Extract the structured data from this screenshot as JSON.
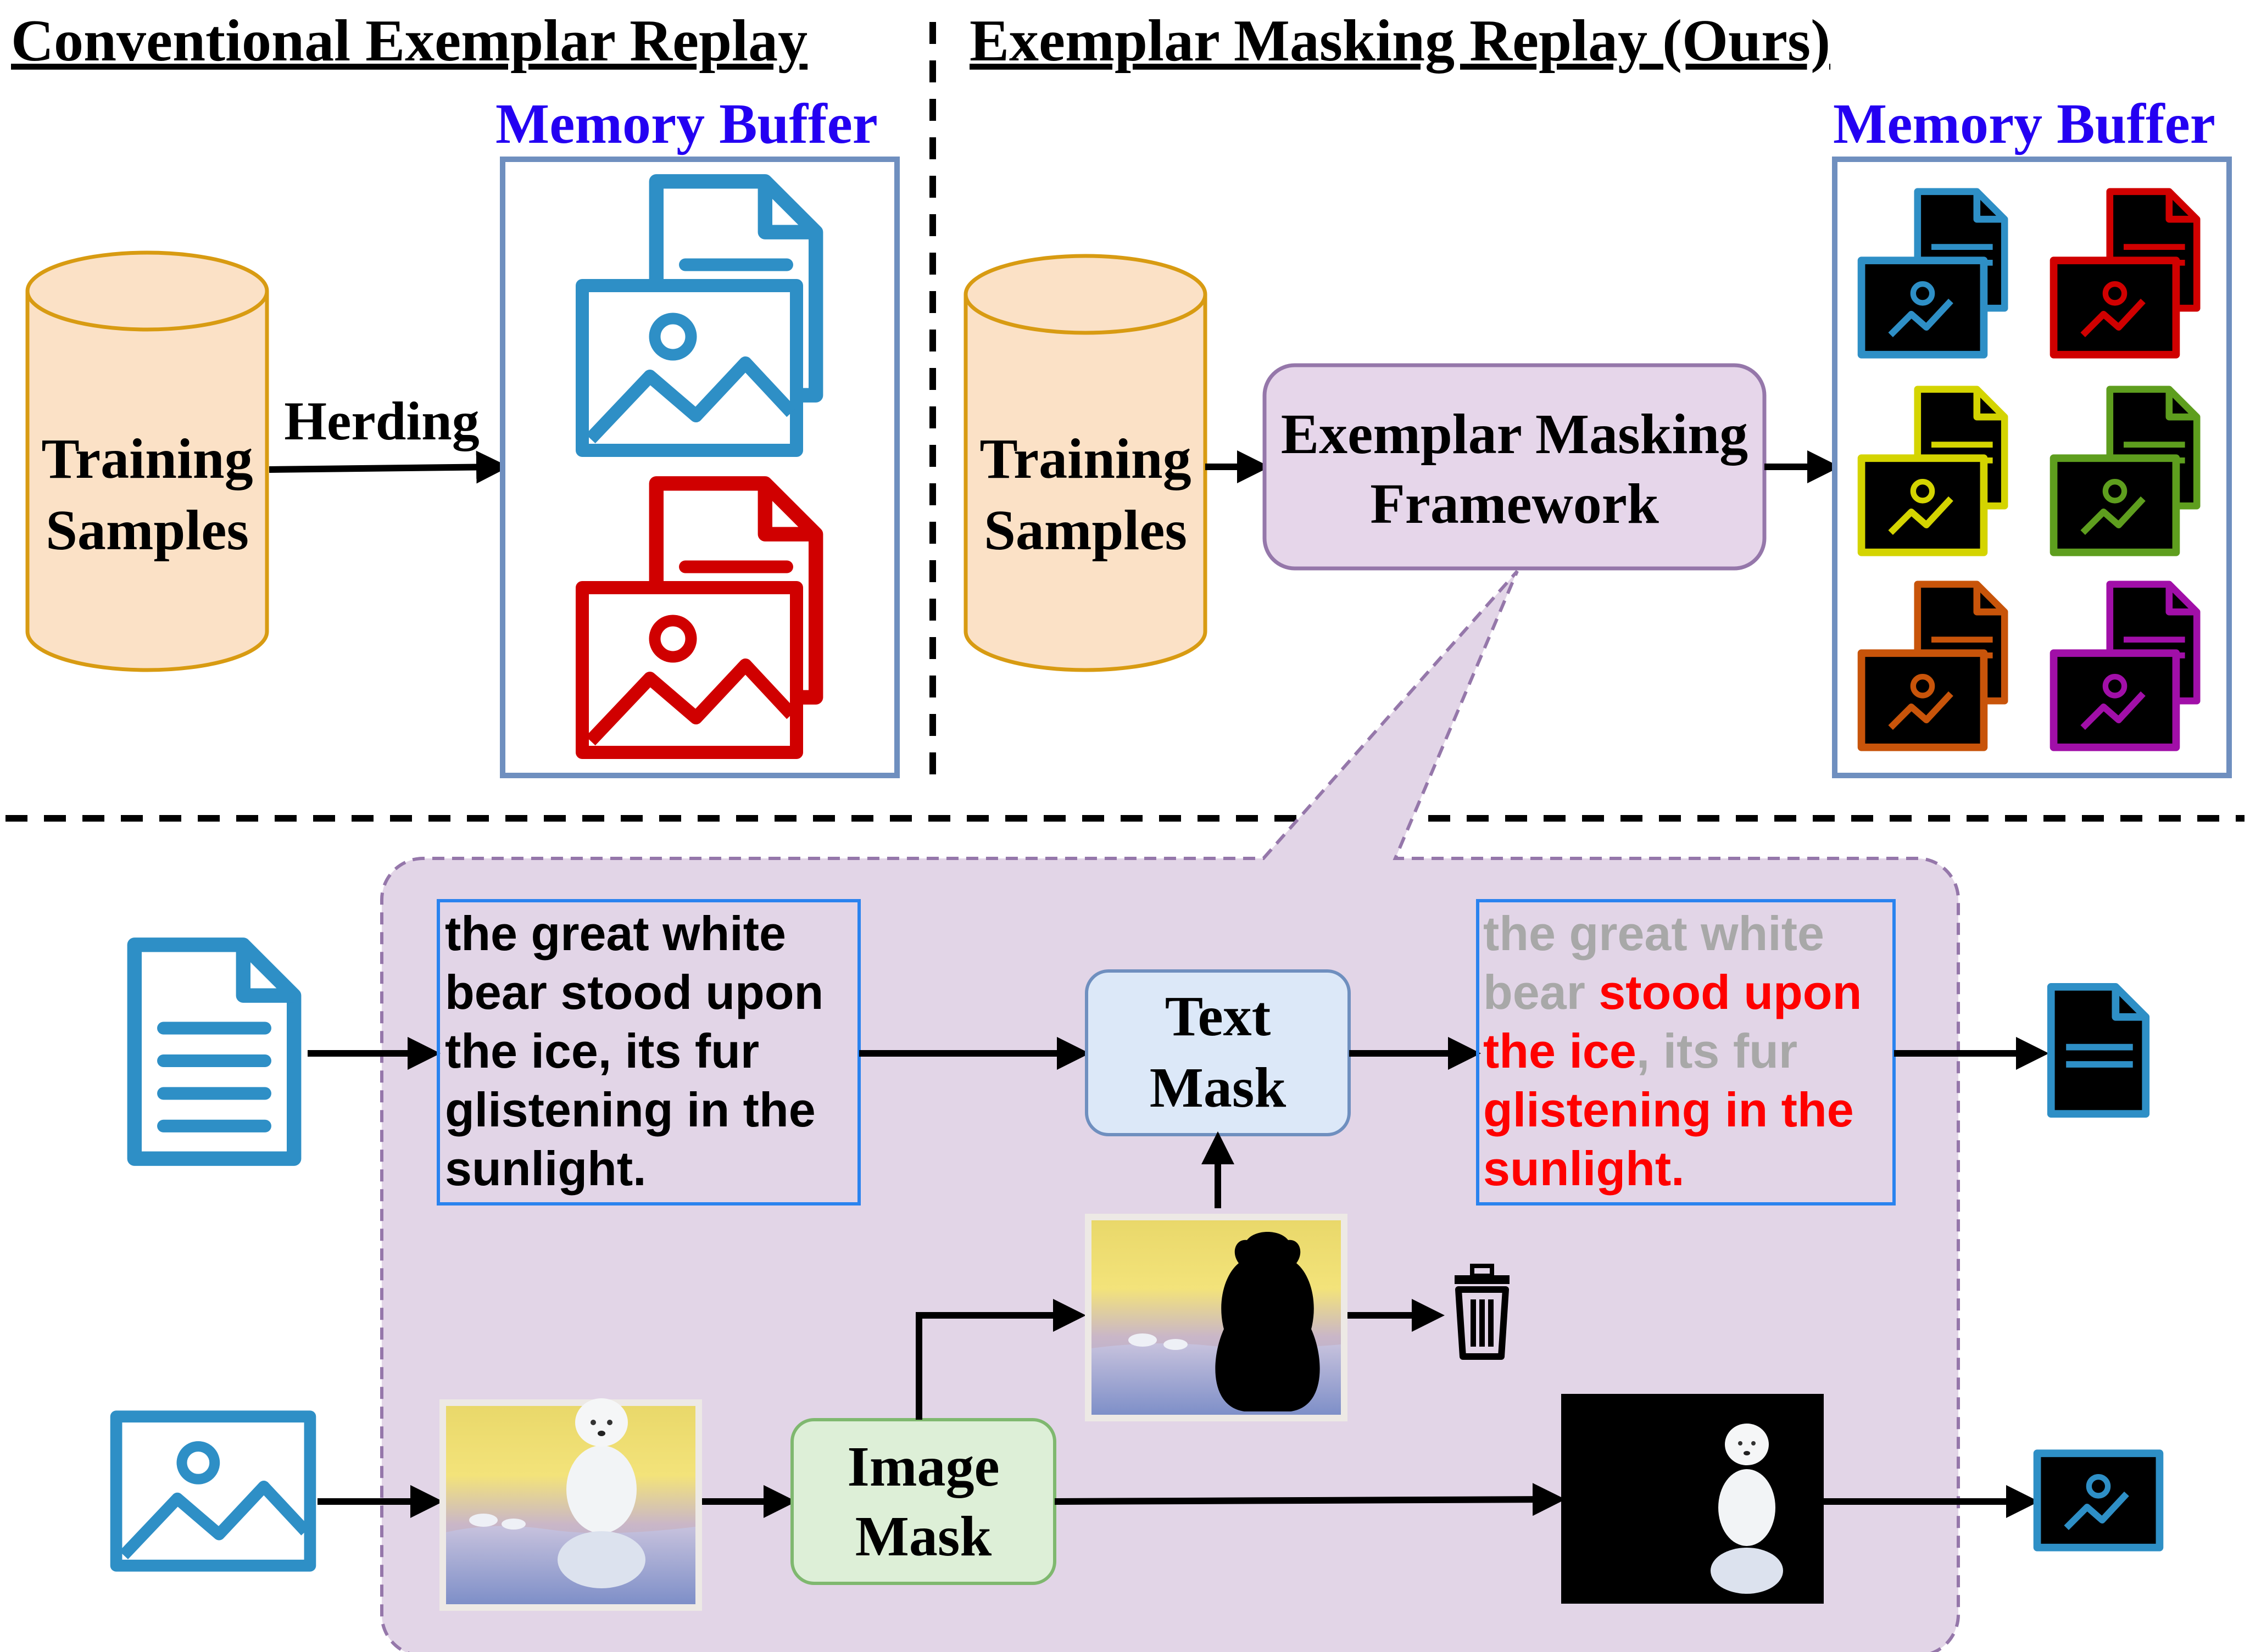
{
  "colors": {
    "blue_icon": "#2E8FC6",
    "red_icon": "#D00000",
    "yellow_icon": "#D4D400",
    "green_icon": "#5E9E1E",
    "orange_icon": "#C8540A",
    "purple_icon": "#A10FA8",
    "cylinder_fill": "#FBE1C6",
    "cylinder_stroke": "#D89B12",
    "framework_fill": "#E6D6EA",
    "framework_stroke": "#9577AA",
    "region_fill": "#E2D5E7",
    "buffer_stroke": "#6F8FBF",
    "memory_label": "#2400F2",
    "text_mask_fill": "#DCE8F8",
    "text_mask_stroke": "#6F8FBF",
    "image_mask_fill": "#DDEFD7",
    "image_mask_stroke": "#7FB86F",
    "caption_box_stroke": "#2A83EF",
    "masked_text_gray": "#A8A8A8",
    "kept_text_red": "#FF0000"
  },
  "left_panel": {
    "title": "Conventional Exemplar Replay",
    "cylinder_line1": "Training",
    "cylinder_line2": "Samples",
    "arrow_label": "Herding",
    "buffer_title": "Memory Buffer"
  },
  "right_panel": {
    "title": "Exemplar Masking Replay (Ours)",
    "cylinder_line1": "Training",
    "cylinder_line2": "Samples",
    "framework_line1": "Exemplar Masking",
    "framework_line2": "Framework",
    "buffer_title": "Memory Buffer",
    "buffer_icons": [
      "blue",
      "red",
      "yellow",
      "green",
      "orange",
      "purple"
    ]
  },
  "detail": {
    "caption_lines": [
      "the great white",
      "bear stood upon",
      "the ice, its fur",
      "glistening in the",
      "sunlight."
    ],
    "masked_caption": {
      "line1": {
        "gray": "the great white"
      },
      "line2": {
        "gray": "bear ",
        "red": "stood upon"
      },
      "line3": {
        "red": "the ice",
        "gray": ", its fur"
      },
      "line4": {
        "red": "glistening in the"
      },
      "line5": {
        "red": "sunlight."
      }
    },
    "text_mask_line1": "Text",
    "text_mask_line2": "Mask",
    "image_mask_line1": "Image",
    "image_mask_line2": "Mask",
    "discard_icon": "trash-icon",
    "input_icons": [
      "document-icon",
      "image-icon"
    ],
    "output_icons": [
      "masked-document-icon",
      "masked-image-icon"
    ]
  }
}
